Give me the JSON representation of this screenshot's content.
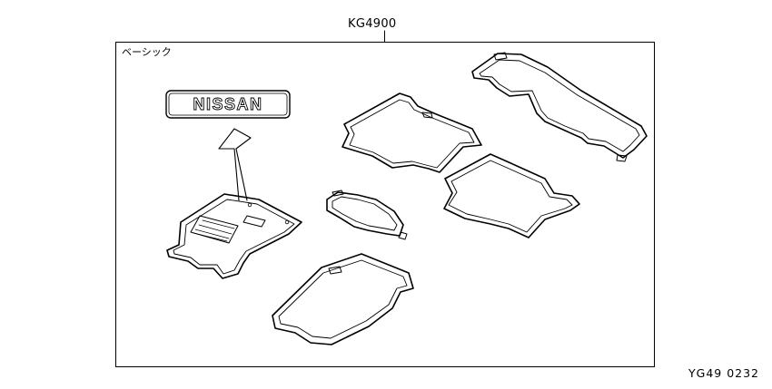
{
  "diagram": {
    "part_number": "KG4900",
    "variant_label": "ベーシック",
    "logo_text": "NISSAN",
    "ref_code": "YG49 0232"
  }
}
